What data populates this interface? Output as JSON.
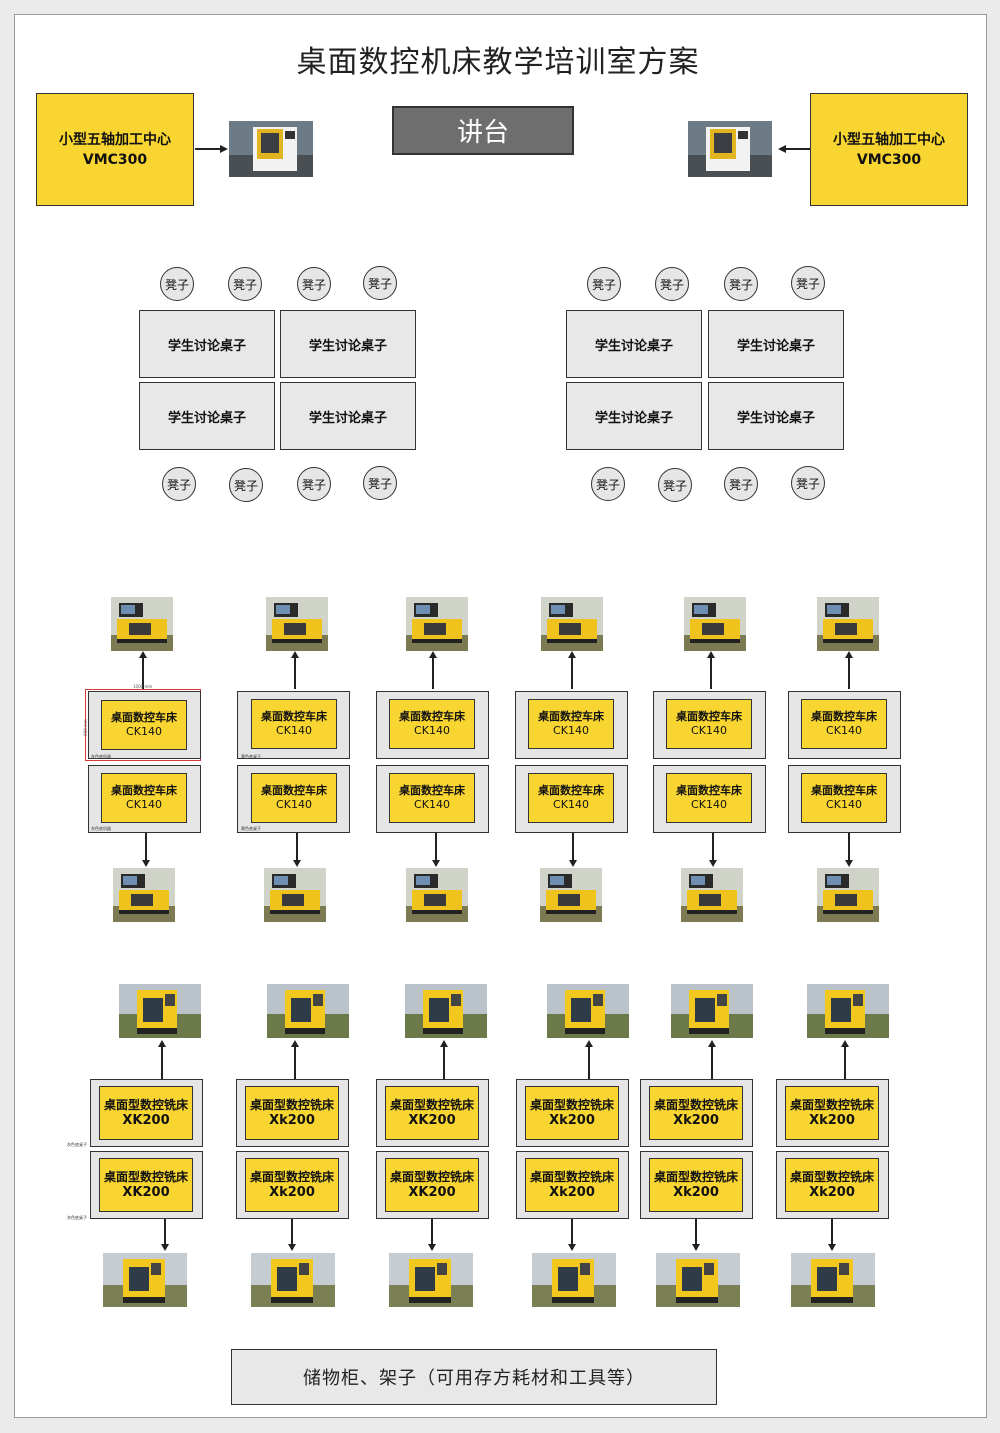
{
  "title": "桌面数控机床教学培训室方案",
  "colors": {
    "machine_yellow": "#f8d531",
    "podium_gray": "#6e6e6e",
    "desk_gray": "#e8e8e8",
    "group_gray": "#e5e5e5",
    "stool_gray": "#e6e6e6",
    "dimension_red": "#d63a3a"
  },
  "top": {
    "vmc_left": {
      "line1": "小型五轴加工中心",
      "line2": "VMC300"
    },
    "vmc_right": {
      "line1": "小型五轴加工中心",
      "line2": "VMC300"
    },
    "podium": "讲台"
  },
  "seating": {
    "stool_label": "凳子",
    "desk_label": "学生讨论桌子"
  },
  "lathe_row": {
    "machine_name": "桌面数控车床",
    "machine_code": "CK140",
    "dim_width": "1000 mm",
    "dim_height": "600 mm",
    "small_label_a": "灰色底机器",
    "small_label_b": "黄色底桌子",
    "photo_icon": "desktop-cnc-lathe-photo"
  },
  "mill_row": {
    "machine_name": "桌面型数控铣床",
    "codes": [
      "XK200",
      "Xk200",
      "XK200",
      "Xk200",
      "Xk200",
      "Xk200"
    ],
    "small_label_a": "灰色底桌子",
    "small_label_b": "黄色底机器",
    "photo_icon": "desktop-cnc-mill-photo"
  },
  "storage": "储物柜、架子（可用存方耗材和工具等）"
}
